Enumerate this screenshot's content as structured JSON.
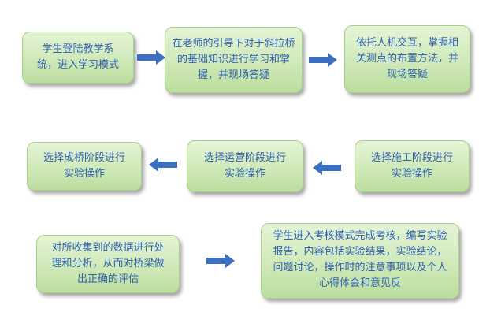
{
  "steps": [
    {
      "text": "学生登陆教学系统，进入学习模式"
    },
    {
      "text": "在老师的引导下对于斜拉桥的基础知识进行学习和掌握，并现场答疑"
    },
    {
      "text": "依托人机交互，掌握相关测点的布置方法，并现场答疑"
    },
    {
      "text": "选择施工阶段进行实验操作"
    },
    {
      "text": "选择运营阶段进行实验操作"
    },
    {
      "text": "选择成桥阶段进行实验操作"
    },
    {
      "text": "对所收集到的数据进行处理和分析，从而对桥梁做出正确的评估"
    },
    {
      "text": "学生进入考核模式完成考核，编写实验报告，内容包括实验结果，实验结论，问题讨论，操作时的注意事项以及个人心得体会和意见反"
    }
  ],
  "colors": {
    "box_text": "#2f5fb0",
    "arrow_fill": "#3c6fc2",
    "box_fill": "#cfe9b8"
  }
}
